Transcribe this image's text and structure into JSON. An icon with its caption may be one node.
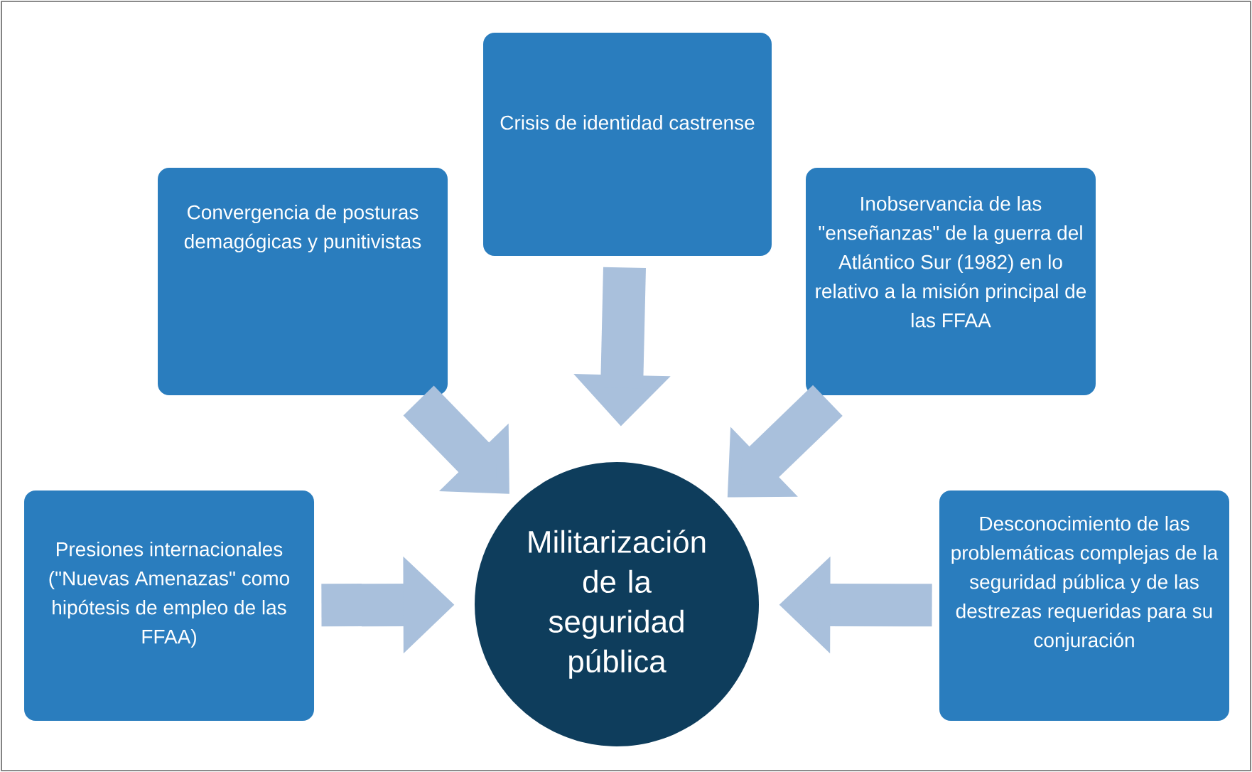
{
  "diagram": {
    "nodes": [
      {
        "text": [
          "Crisis de identidad castrense"
        ]
      },
      {
        "text": [
          "Convergencia de posturas demagógicas y punitivistas"
        ]
      },
      {
        "text": [
          "Inobservancia de las \"enseñanzas\" de la guerra del Atlántico Sur (1982) en lo relativo a la misión principal de las FFAA"
        ]
      },
      {
        "text": [
          "Presiones internacionales (\"Nuevas Amenazas\" como hipótesis de empleo de las FFAA)"
        ]
      },
      {
        "text": [
          "Militarización de la seguridad pública"
        ]
      },
      {
        "text": [
          "Desconocimiento de las problemáticas complejas de la seguridad pública y de las destrezas requeridas para su conjuración"
        ]
      }
    ],
    "edges": [
      {
        "from": 0,
        "to": 4,
        "arrow": "to"
      },
      {
        "from": 1,
        "to": 4,
        "arrow": "to"
      },
      {
        "from": 2,
        "to": 4,
        "arrow": "to"
      },
      {
        "from": 3,
        "to": 4,
        "arrow": "to"
      },
      {
        "from": 5,
        "to": 4,
        "arrow": "to"
      }
    ]
  }
}
